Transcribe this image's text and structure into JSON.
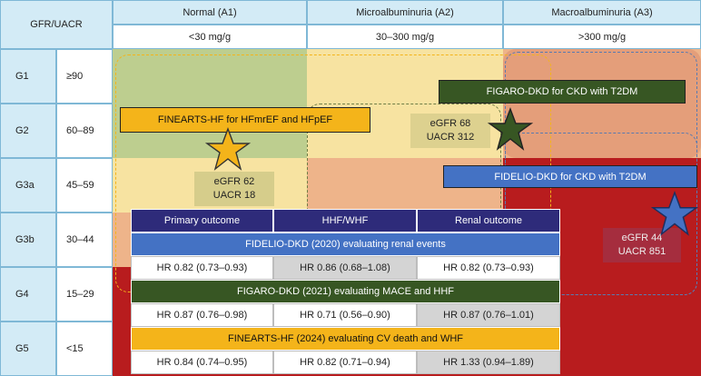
{
  "corner": "GFR/UACR",
  "columns": [
    {
      "label": "Normal (A1)",
      "range": "<30 mg/g"
    },
    {
      "label": "Microalbuminuria (A2)",
      "range": "30–300 mg/g"
    },
    {
      "label": "Macroalbuminuria (A3)",
      "range": ">300 mg/g"
    }
  ],
  "rows": [
    {
      "stage": "G1",
      "range": "≥90"
    },
    {
      "stage": "G2",
      "range": "60–89"
    },
    {
      "stage": "G3a",
      "range": "45–59"
    },
    {
      "stage": "G3b",
      "range": "30–44"
    },
    {
      "stage": "G4",
      "range": "15–29"
    },
    {
      "stage": "G5",
      "range": "<15"
    }
  ],
  "colors": {
    "green": "#c9d7a1",
    "yellow": "#f7e3a1",
    "orange": "#eeb48a",
    "red": "#b81c1e",
    "fidelio": "#4472c4",
    "figaro": "#375623",
    "finearts": "#f4b41a",
    "header_navy": "#2e2b7a"
  },
  "trials": {
    "finearts_label": "FINEARTS-HF for HFmrEF and HFpEF",
    "figaro_label": "FIGARO-DKD for CKD with T2DM",
    "fidelio_label": "FIDELIO-DKD for CKD with T2DM"
  },
  "markers": {
    "finearts": {
      "egfr": "eGFR 62",
      "uacr": "UACR 18"
    },
    "figaro": {
      "egfr": "eGFR 68",
      "uacr": "UACR 312"
    },
    "fidelio": {
      "egfr": "eGFR 44",
      "uacr": "UACR 851"
    }
  },
  "table": {
    "headers": [
      "Primary outcome",
      "HHF/WHF",
      "Renal outcome"
    ],
    "sections": [
      {
        "title": "FIDELIO-DKD (2020) evaluating renal events",
        "values": [
          "HR 0.82 (0.73–0.93)",
          "HR 0.86 (0.68–1.08)",
          "HR 0.82 (0.73–0.93)"
        ]
      },
      {
        "title": "FIGARO-DKD (2021) evaluating MACE and HHF",
        "values": [
          "HR 0.87 (0.76–0.98)",
          "HR 0.71 (0.56–0.90)",
          "HR 0.87 (0.76–1.01)"
        ]
      },
      {
        "title": "FINEARTS-HF (2024) evaluating CV death and WHF",
        "values": [
          "HR 0.84 (0.74–0.95)",
          "HR 0.82 (0.71–0.94)",
          "HR 1.33 (0.94–1.89)"
        ]
      }
    ]
  }
}
